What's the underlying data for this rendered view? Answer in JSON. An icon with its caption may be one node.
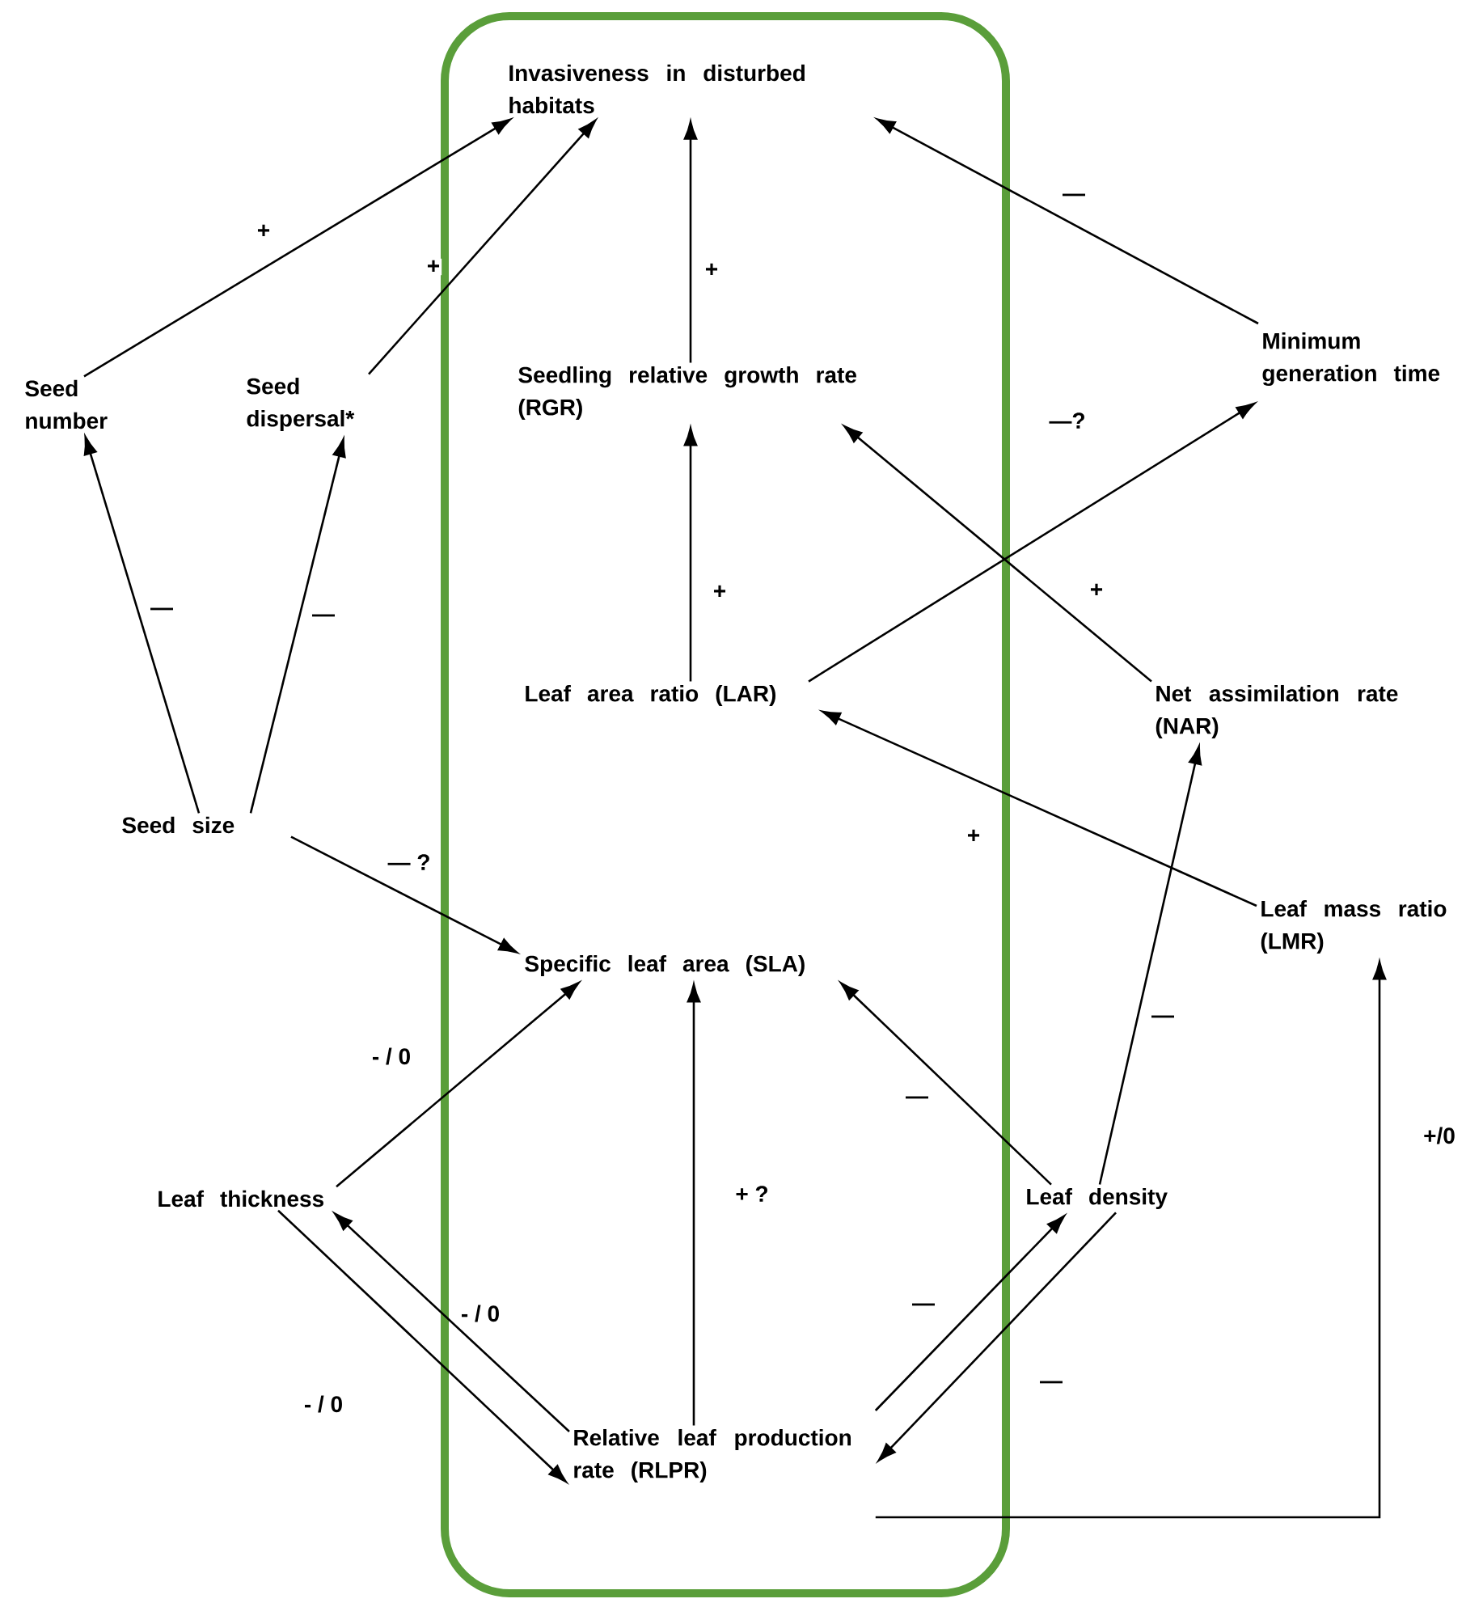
{
  "diagram": {
    "nodes": [
      {
        "text": [],
        "shape": "box"
      },
      {
        "text": [
          "Invasiveness in disturbed habitats"
        ],
        "in": 0
      },
      {
        "text": [
          "Seed number"
        ]
      },
      {
        "text": [
          "Seed dispersal*"
        ]
      },
      {
        "text": [
          "Seedling relative growth rate (RGR)"
        ],
        "in": 0
      },
      {
        "text": [
          "Minimum generation time"
        ]
      },
      {
        "text": [
          "Leaf area ratio (LAR)"
        ],
        "in": 0
      },
      {
        "text": [
          "Net assimilation rate (NAR)"
        ]
      },
      {
        "text": [
          "Seed size"
        ]
      },
      {
        "text": [
          "Specific leaf area (SLA)"
        ],
        "in": 0
      },
      {
        "text": [
          "Leaf mass ratio (LMR)"
        ]
      },
      {
        "text": [
          "Leaf thickness"
        ]
      },
      {
        "text": [
          "Leaf density"
        ]
      },
      {
        "text": [
          "Relative leaf production rate (RLPR)"
        ],
        "in": 0
      }
    ],
    "edges": [
      {
        "from": 2,
        "to": 1,
        "arrow": "to",
        "label": "+"
      },
      {
        "from": 3,
        "to": 1,
        "arrow": "to",
        "label": "+"
      },
      {
        "from": 4,
        "to": 1,
        "arrow": "to",
        "label": "+"
      },
      {
        "from": 5,
        "to": 1,
        "arrow": "to",
        "label": "—"
      },
      {
        "from": 6,
        "to": 4,
        "arrow": "to",
        "label": "+"
      },
      {
        "from": 7,
        "to": 4,
        "arrow": "to",
        "label": "+"
      },
      {
        "from": 6,
        "to": 5,
        "arrow": "to",
        "label": "—?"
      },
      {
        "from": 8,
        "to": 2,
        "arrow": "to",
        "label": "—"
      },
      {
        "from": 8,
        "to": 3,
        "arrow": "to",
        "label": "—"
      },
      {
        "from": 8,
        "to": 9,
        "arrow": "to",
        "label": "— ?"
      },
      {
        "from": 11,
        "to": 9,
        "arrow": "to",
        "label": "- / 0"
      },
      {
        "from": 12,
        "to": 9,
        "arrow": "to",
        "label": "—"
      },
      {
        "from": 12,
        "to": 7,
        "arrow": "to",
        "label": "—"
      },
      {
        "from": 10,
        "to": 6,
        "arrow": "to",
        "label": "+"
      },
      {
        "from": 13,
        "to": 9,
        "arrow": "to",
        "label": "+ ?"
      },
      {
        "from": 13,
        "to": 11,
        "arrow": "to",
        "label": "- / 0"
      },
      {
        "from": 11,
        "to": 13,
        "arrow": "to",
        "label": "- / 0"
      },
      {
        "from": 13,
        "to": 12,
        "arrow": "to",
        "label": "—"
      },
      {
        "from": 12,
        "to": 13,
        "arrow": "to",
        "label": "—"
      },
      {
        "from": 13,
        "to": 10,
        "arrow": "to",
        "label": "+/0"
      }
    ]
  }
}
